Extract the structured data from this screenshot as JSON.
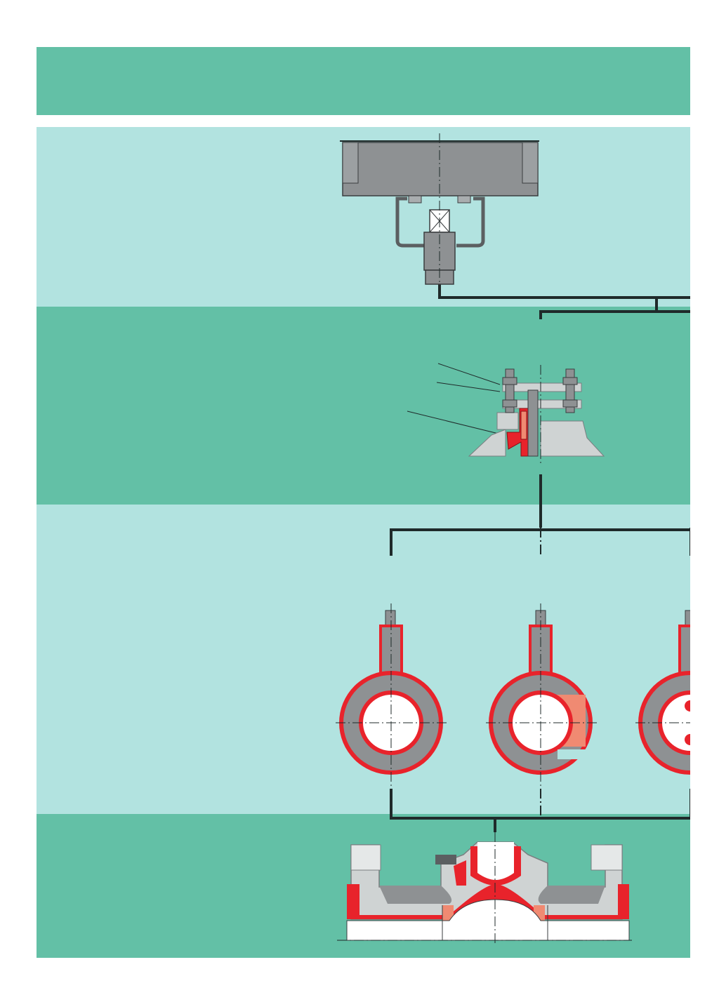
{
  "palette": {
    "header": "#63c0a6",
    "band_light": "#b2e3e0",
    "band_dark": "#63c0a6",
    "metal_gray": "#8e9193",
    "liner_red": "#e8232b",
    "insert_salmon": "#f08a72",
    "line_dark": "#1f2a2a",
    "metal_light": "#cfd3d3"
  },
  "sections": [
    {
      "id": "actuator",
      "component": "actuator-with-bracket-and-coupling"
    },
    {
      "id": "stem-seal",
      "component": "bonnet-stem-seal-assembly",
      "callouts": 3
    },
    {
      "id": "plugs",
      "component": "plug-variants",
      "count": 3
    },
    {
      "id": "valve-body",
      "component": "lined-valve-body-section"
    }
  ]
}
